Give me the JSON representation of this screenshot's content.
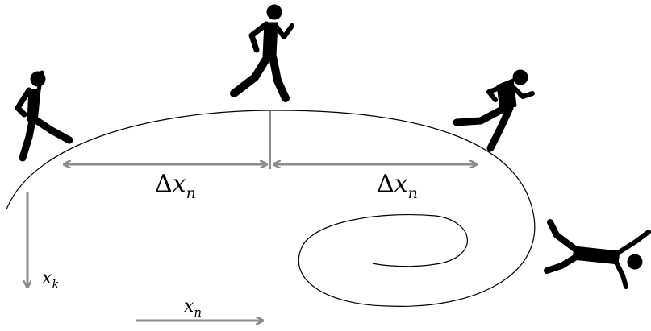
{
  "labels": {
    "delta_symbol": "Δ",
    "delta_var": "x",
    "delta_sub": "n",
    "xk_var": "x",
    "xk_sub": "k",
    "xn_var": "x",
    "xn_sub": "n"
  },
  "figures": [
    "runner-1",
    "runner-2",
    "runner-3",
    "runner-4"
  ],
  "colors": {
    "curve": "#000000",
    "arrows": "#8c8c8c",
    "silhouette": "#000000"
  }
}
